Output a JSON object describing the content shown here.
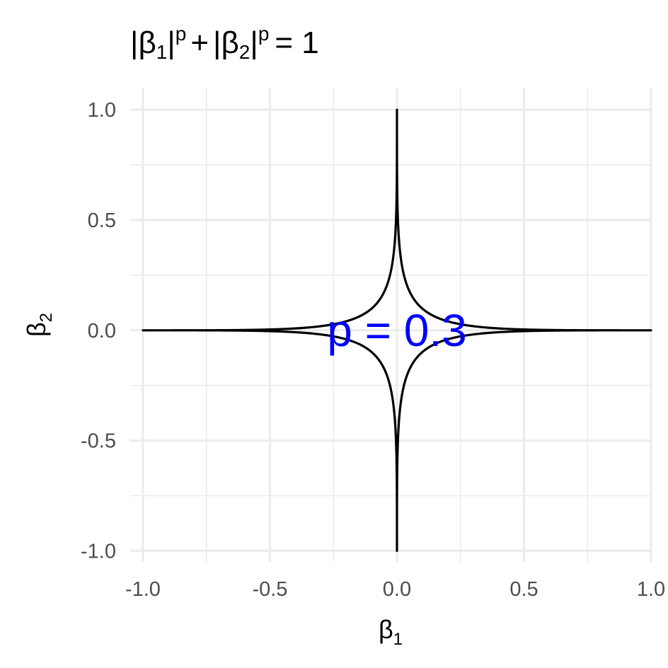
{
  "chart_data": {
    "type": "line",
    "title": {
      "b1": "β",
      "s1": "1",
      "p1": "p",
      "plus": "+",
      "b2": "β",
      "s2": "2",
      "p2": "p",
      "eq": "= 1"
    },
    "xlabel": {
      "main": "β",
      "sub": "1"
    },
    "ylabel": {
      "main": "β",
      "sub": "2"
    },
    "xlim": [
      -1.05,
      1.0
    ],
    "ylim": [
      -1.05,
      1.1
    ],
    "x_ticks": [
      -1.0,
      -0.5,
      0.0,
      0.5,
      1.0
    ],
    "x_tick_labels": [
      "-1.0",
      "-0.5",
      "0.0",
      "0.5",
      "1.0"
    ],
    "y_ticks": [
      -1.0,
      -0.5,
      0.0,
      0.5,
      1.0
    ],
    "y_tick_labels": [
      "-1.0",
      "-0.5",
      "0.0",
      "0.5",
      "1.0"
    ],
    "grid": true,
    "curve": {
      "equation": "|β1|^p + |β2|^p = 1",
      "p": 0.3,
      "color": "#000000"
    },
    "annotation": {
      "text": "p = 0.3",
      "x": 0.0,
      "y": 0.0,
      "color": "#0000ff"
    }
  }
}
